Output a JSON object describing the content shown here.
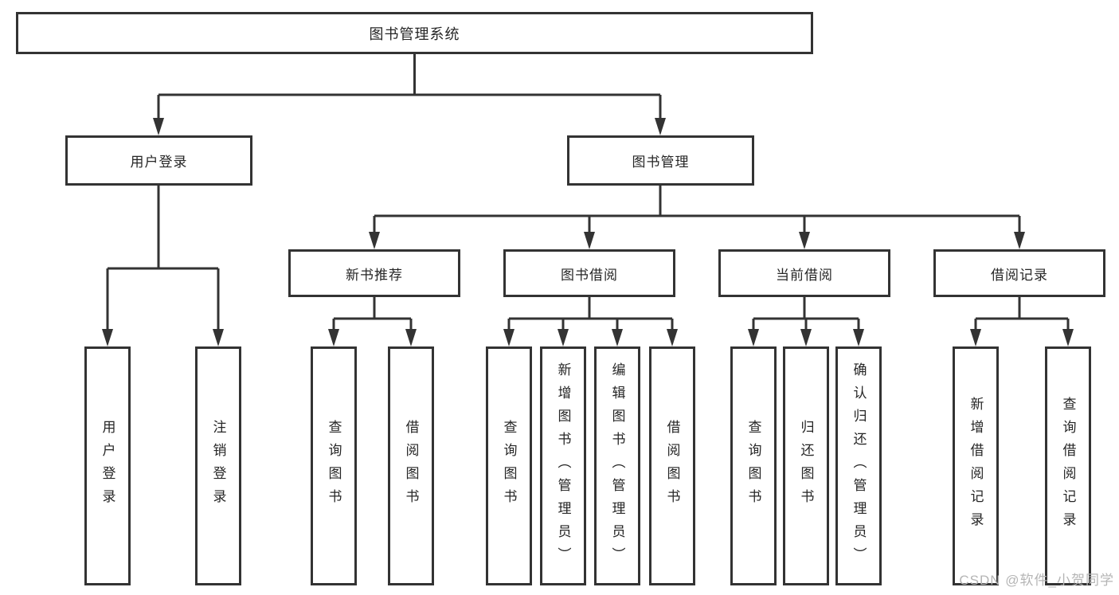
{
  "colors": {
    "line": "#333333",
    "text": "#262626",
    "watermark": "#b5b5b5",
    "background": "#ffffff"
  },
  "tree": {
    "label": "图书管理系统",
    "children": [
      {
        "label": "用户登录",
        "children": [
          {
            "label": "用户登录"
          },
          {
            "label": "注销登录"
          }
        ]
      },
      {
        "label": "图书管理",
        "children": [
          {
            "label": "新书推荐",
            "children": [
              {
                "label": "查询图书"
              },
              {
                "label": "借阅图书"
              }
            ]
          },
          {
            "label": "图书借阅",
            "children": [
              {
                "label": "查询图书"
              },
              {
                "label": "新增图书（管理员）"
              },
              {
                "label": "编辑图书（管理员）"
              },
              {
                "label": "借阅图书"
              }
            ]
          },
          {
            "label": "当前借阅",
            "children": [
              {
                "label": "查询图书"
              },
              {
                "label": "归还图书"
              },
              {
                "label": "确认归还（管理员）"
              }
            ]
          },
          {
            "label": "借阅记录",
            "children": [
              {
                "label": "新增借阅记录"
              },
              {
                "label": "查询借阅记录"
              }
            ]
          }
        ]
      }
    ]
  },
  "watermark": {
    "text": "CSDN @软件_小贺同学"
  }
}
